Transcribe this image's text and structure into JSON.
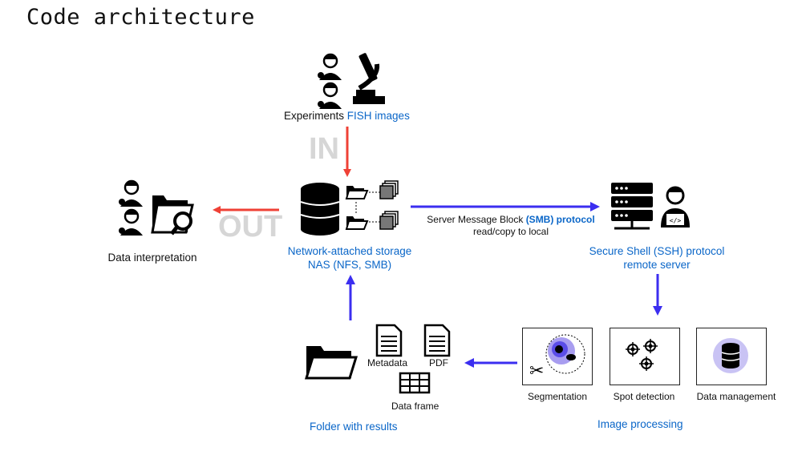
{
  "title": "Code architecture",
  "experiments": {
    "prefix": "Experiments",
    "highlight": "FISH images"
  },
  "in_label": "IN",
  "out_label": "OUT",
  "nas": {
    "line1": "Network-attached storage",
    "line2": "NAS (NFS, SMB)"
  },
  "smb": {
    "prefix": "Server Message Block",
    "highlight": "(SMB) protocol",
    "line2": "read/copy to local"
  },
  "ssh": {
    "line1": "Secure Shell (SSH) protocol",
    "line2": "remote server"
  },
  "data_interpretation": "Data interpretation",
  "results": {
    "metadata": "Metadata",
    "pdf": "PDF",
    "dataframe": "Data frame",
    "title": "Folder with results"
  },
  "processing": {
    "segmentation": "Segmentation",
    "spot_detection": "Spot detection",
    "data_management": "Data management",
    "title": "Image processing"
  },
  "colors": {
    "red": "#ef4136",
    "purple": "#3b2ef0",
    "blue_text": "#0a66c8"
  }
}
